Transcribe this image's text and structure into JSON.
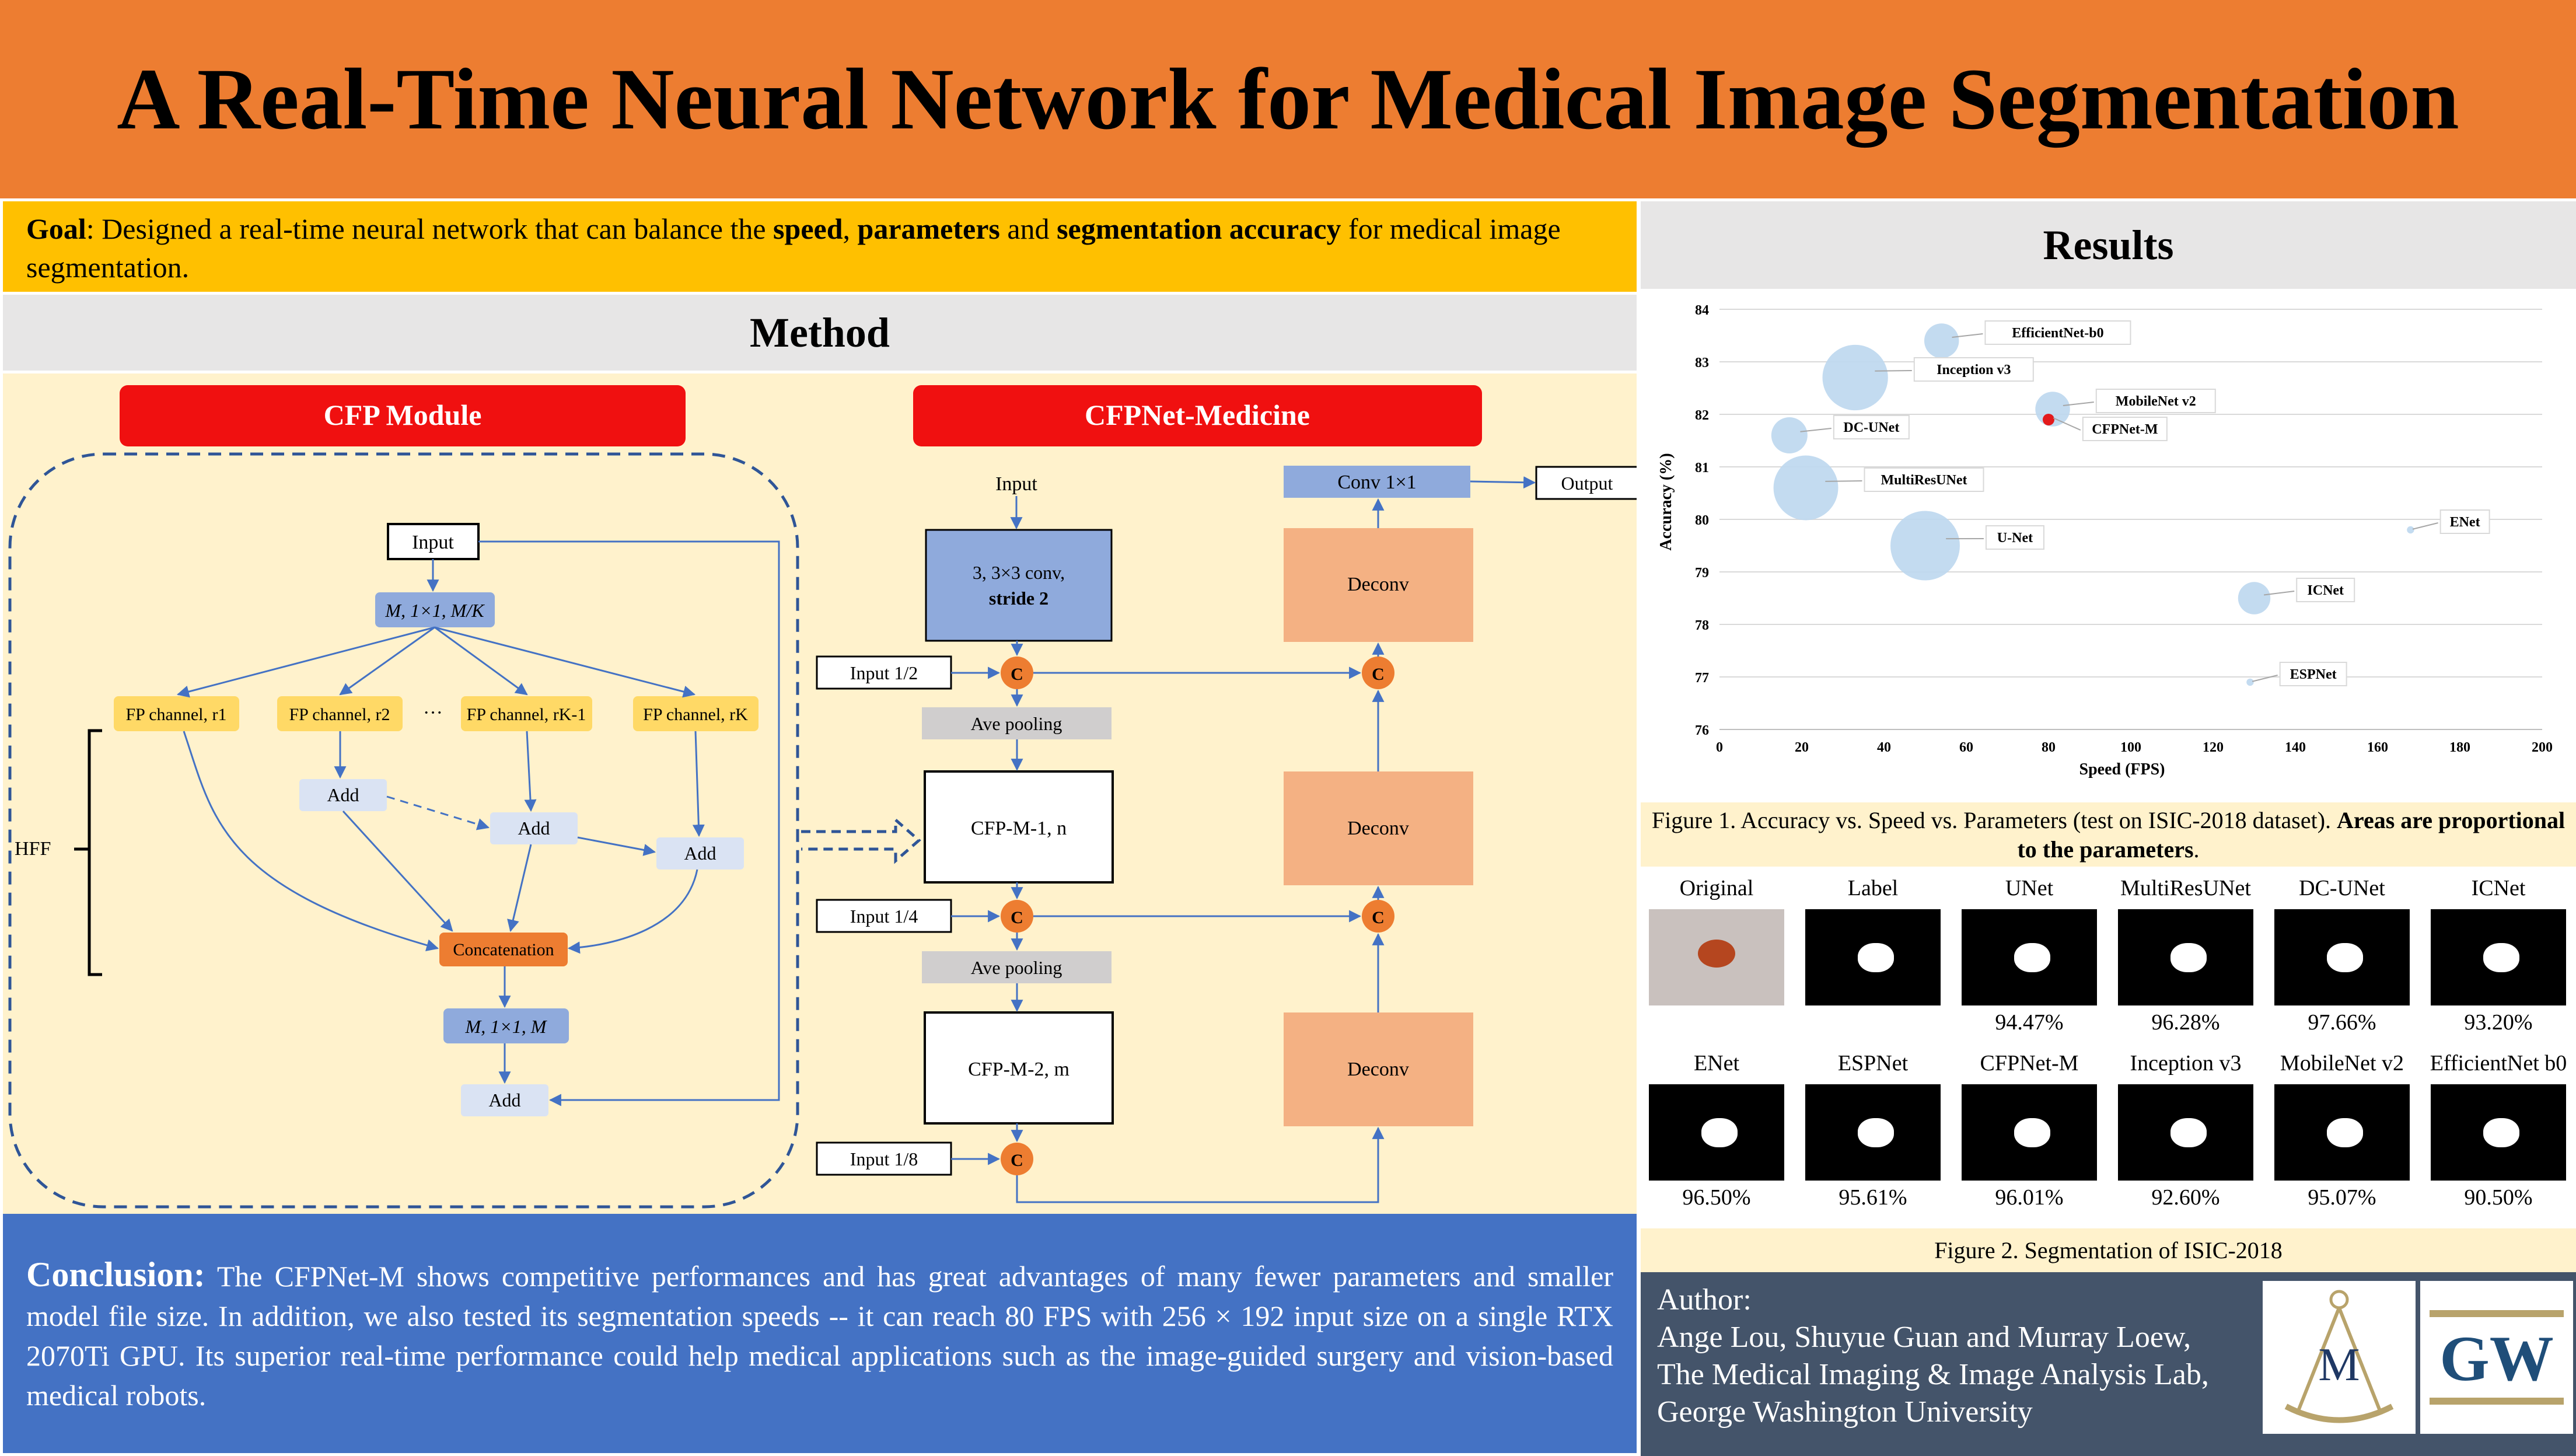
{
  "title": "A Real-Time Neural Network for Medical Image Segmentation",
  "goal": {
    "lead": "Goal",
    "t1": ": Designed a real-time neural network that can balance the ",
    "b1": "speed",
    "t2": ", ",
    "b2": "parameters",
    "t3": " and ",
    "b3": "segmentation accuracy",
    "t4": " for medical image segmentation."
  },
  "method": {
    "heading": "Method",
    "cfp_module": {
      "title": "CFP Module",
      "input": "Input",
      "conv_top": "M, 1×1, M/K",
      "fp1": "FP channel, r1",
      "fp2": "FP channel, r2",
      "fpk1": "FP channel, rK-1",
      "fpk": "FP channel, rK",
      "ellipsis": "···",
      "add": "Add",
      "concat": "Concatenation",
      "conv_bottom": "M, 1×1, M",
      "hff": "HFF"
    },
    "cfpnet": {
      "title": "CFPNet-Medicine",
      "input": "Input",
      "conv_block_line1": "3, 3×3 conv,",
      "conv_block_line2": "stride 2",
      "input_half": "Input 1/2",
      "input_quarter": "Input 1/4",
      "input_eighth": "Input 1/8",
      "ave_pooling": "Ave pooling",
      "cfp_m1": "CFP-M-1, n",
      "cfp_m2": "CFP-M-2, m",
      "deconv": "Deconv",
      "conv_out": "Conv 1×1",
      "output": "Output",
      "concat_symbol": "C"
    }
  },
  "conclusion": {
    "lead": "Conclusion:",
    "text": " The CFPNet-M shows competitive performances and has great advantages of many fewer parameters and smaller model file size. In addition, we also tested its segmentation speeds -- it can reach 80 FPS with 256 × 192 input size on a single RTX 2070Ti GPU. Its superior real-time performance could help medical applications such as the image-guided surgery and vision-based medical robots."
  },
  "results": {
    "heading": "Results",
    "figure1_caption_plain": "Figure 1. Accuracy vs. Speed vs. Parameters (test on ISIC-2018 dataset). ",
    "figure1_caption_bold": "Areas are proportional to the parameters",
    "figure1_caption_end": ".",
    "figure2_caption": "Figure 2. Segmentation of ISIC-2018",
    "colors": {
      "bubble": "#BDD7EE",
      "highlight": "#E31A1C"
    },
    "segmentation": [
      {
        "label": "Original",
        "accuracy": ""
      },
      {
        "label": "Label",
        "accuracy": ""
      },
      {
        "label": "UNet",
        "accuracy": "94.47%"
      },
      {
        "label": "MultiResUNet",
        "accuracy": "96.28%"
      },
      {
        "label": "DC-UNet",
        "accuracy": "97.66%"
      },
      {
        "label": "ICNet",
        "accuracy": "93.20%"
      },
      {
        "label": "ENet",
        "accuracy": "96.50%"
      },
      {
        "label": "ESPNet",
        "accuracy": "95.61%"
      },
      {
        "label": "CFPNet-M",
        "accuracy": "96.01%"
      },
      {
        "label": "Inception v3",
        "accuracy": "92.60%"
      },
      {
        "label": "MobileNet v2",
        "accuracy": "95.07%"
      },
      {
        "label": "EfficientNet b0",
        "accuracy": "90.50%"
      }
    ]
  },
  "chart_data": {
    "type": "scatter",
    "title": "",
    "xlabel": "Speed (FPS)",
    "ylabel": "Accuracy (%)",
    "xlim": [
      0,
      200
    ],
    "ylim": [
      76,
      84
    ],
    "xticks": [
      0,
      20,
      40,
      60,
      80,
      100,
      120,
      140,
      160,
      180,
      200
    ],
    "yticks": [
      76,
      77,
      78,
      79,
      80,
      81,
      82,
      83,
      84
    ],
    "bubble_size_meaning": "area proportional to parameters",
    "points": [
      {
        "name": "EfficientNet-b0",
        "x": 54,
        "y": 83.4,
        "relative_size": 0.23
      },
      {
        "name": "Inception v3",
        "x": 33,
        "y": 82.7,
        "relative_size": 0.82
      },
      {
        "name": "MobileNet v2",
        "x": 81,
        "y": 82.1,
        "relative_size": 0.23
      },
      {
        "name": "CFPNet-M",
        "x": 80,
        "y": 81.9,
        "relative_size": 0.05,
        "highlight": true
      },
      {
        "name": "DC-UNet",
        "x": 17,
        "y": 81.6,
        "relative_size": 0.25
      },
      {
        "name": "MultiResUNet",
        "x": 21,
        "y": 80.6,
        "relative_size": 0.8
      },
      {
        "name": "U-Net",
        "x": 50,
        "y": 79.5,
        "relative_size": 0.92
      },
      {
        "name": "ENet",
        "x": 168,
        "y": 79.8,
        "relative_size": 0.01
      },
      {
        "name": "ICNet",
        "x": 130,
        "y": 78.5,
        "relative_size": 0.2
      },
      {
        "name": "ESPNet",
        "x": 129,
        "y": 76.9,
        "relative_size": 0.01
      }
    ]
  },
  "author": {
    "label": "Author:",
    "names": "Ange Lou, Shuyue Guan and Murray Loew,",
    "lab": "The Medical Imaging & Image Analysis Lab,",
    "university": "George Washington University"
  },
  "logos": {
    "m_letter": "M",
    "gw_letters": "GW"
  }
}
